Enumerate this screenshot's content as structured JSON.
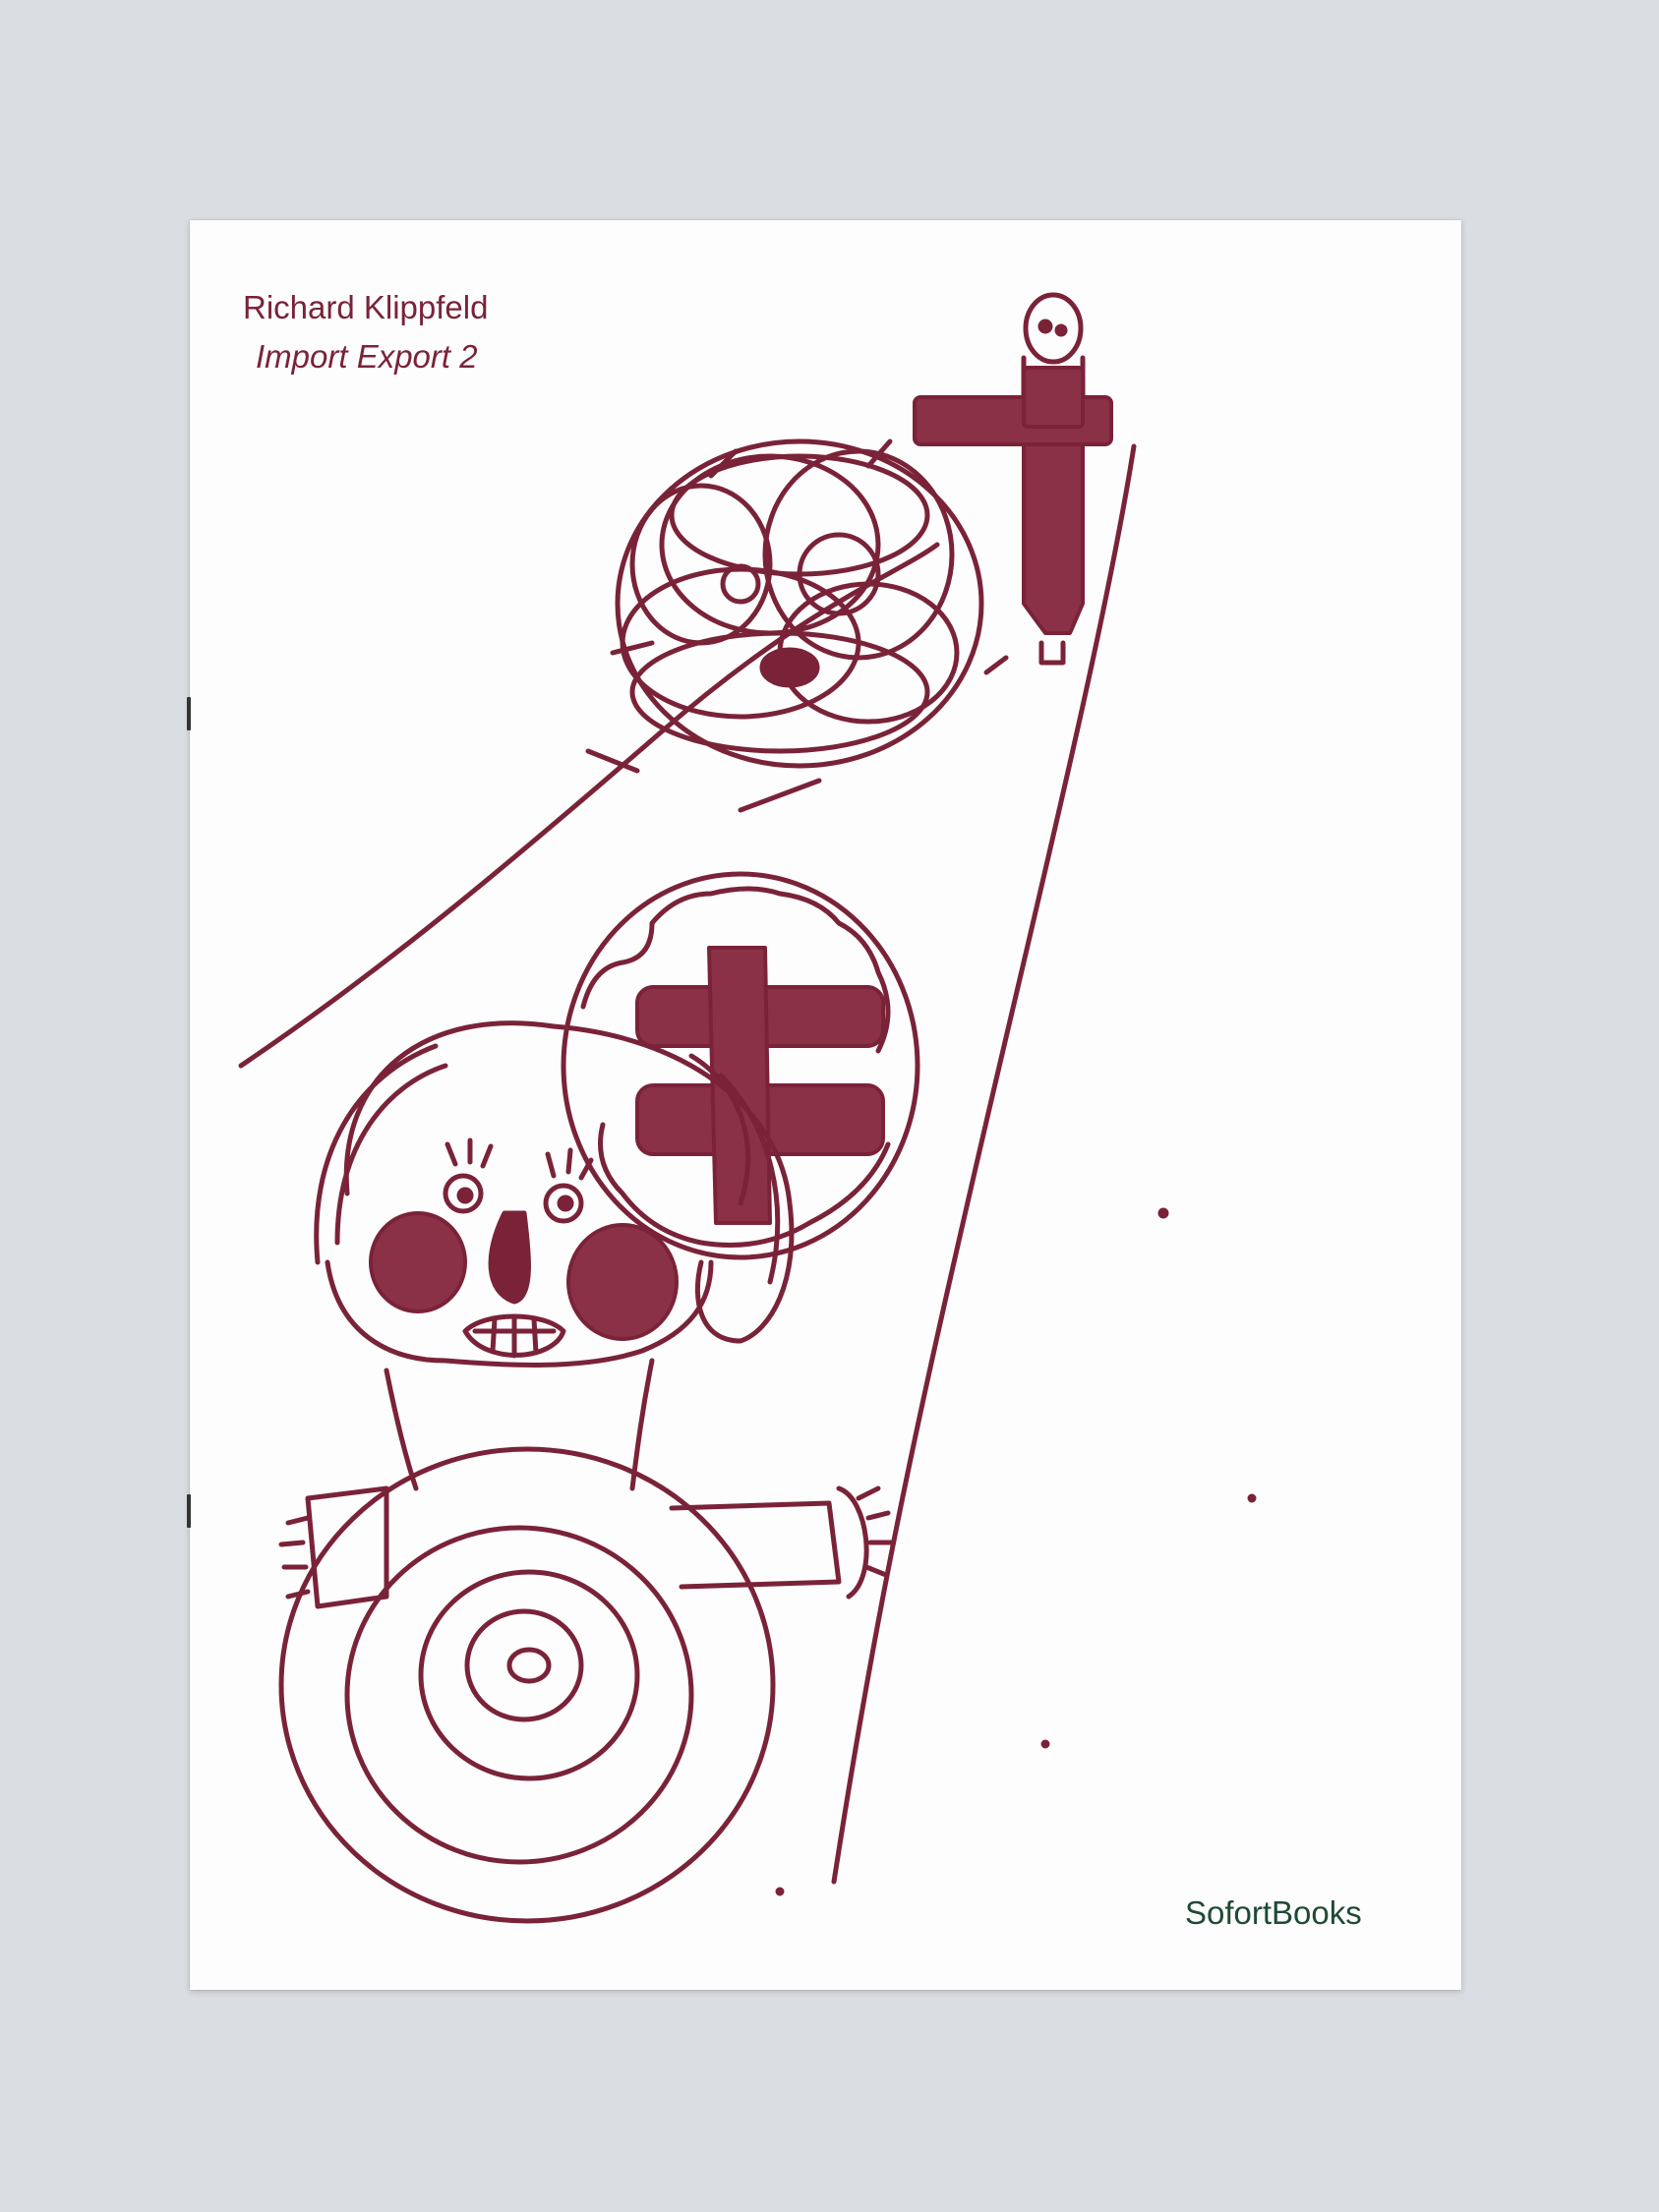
{
  "cover": {
    "author": "Richard Klippfeld",
    "title": "Import Export 2",
    "publisher": "SofortBooks"
  },
  "colors": {
    "background": "#dadee2",
    "paper": "#fdfdfd",
    "ink": "#7a2338",
    "publisher_text": "#1f4a33"
  }
}
